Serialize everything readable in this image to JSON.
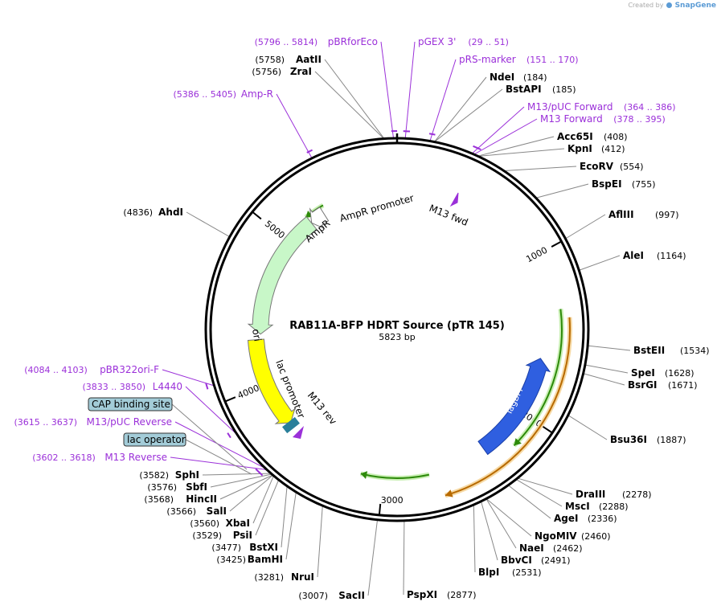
{
  "branding": {
    "created_by": "Created by",
    "product": "SnapGene"
  },
  "plasmid": {
    "name": "RAB11A-BFP HDRT Source (pTR 145)",
    "length": "5823 bp",
    "total_bp": 5823
  },
  "colors": {
    "primer": "#9b30d9",
    "enzyme": "#000000",
    "ampr": "#c8f7c8",
    "ori": "#ffff00",
    "tagbfp": "#2f5fe0",
    "lac_feature": "#a3ccd8",
    "green_arc": "#2d8a0a",
    "orange_arc": "#b86a00"
  },
  "ticks": [
    {
      "pos": 1000,
      "label": "1000"
    },
    {
      "pos": 2000,
      "label": "2000"
    },
    {
      "pos": 3000,
      "label": "3000"
    },
    {
      "pos": 4000,
      "label": "4000"
    },
    {
      "pos": 5000,
      "label": "5000"
    }
  ],
  "enzymes": [
    {
      "name": "AatII",
      "pos": 5758,
      "coord": "(5758)"
    },
    {
      "name": "ZraI",
      "pos": 5756,
      "coord": "(5756)"
    },
    {
      "name": "NdeI",
      "pos": 184,
      "coord": "(184)"
    },
    {
      "name": "BstAPI",
      "pos": 185,
      "coord": "(185)"
    },
    {
      "name": "Acc65I",
      "pos": 408,
      "coord": "(408)"
    },
    {
      "name": "KpnI",
      "pos": 412,
      "coord": "(412)"
    },
    {
      "name": "EcoRV",
      "pos": 554,
      "coord": "(554)"
    },
    {
      "name": "BspEI",
      "pos": 755,
      "coord": "(755)"
    },
    {
      "name": "AflIII",
      "pos": 997,
      "coord": "(997)"
    },
    {
      "name": "AleI",
      "pos": 1164,
      "coord": "(1164)"
    },
    {
      "name": "BstEII",
      "pos": 1534,
      "coord": "(1534)"
    },
    {
      "name": "SpeI",
      "pos": 1628,
      "coord": "(1628)"
    },
    {
      "name": "BsrGI",
      "pos": 1671,
      "coord": "(1671)"
    },
    {
      "name": "Bsu36I",
      "pos": 1887,
      "coord": "(1887)"
    },
    {
      "name": "DraIII",
      "pos": 2278,
      "coord": "(2278)"
    },
    {
      "name": "MscI",
      "pos": 2288,
      "coord": "(2288)"
    },
    {
      "name": "AgeI",
      "pos": 2336,
      "coord": "(2336)"
    },
    {
      "name": "NgoMIV",
      "pos": 2460,
      "coord": "(2460)"
    },
    {
      "name": "NaeI",
      "pos": 2462,
      "coord": "(2462)"
    },
    {
      "name": "BbvCI",
      "pos": 2491,
      "coord": "(2491)"
    },
    {
      "name": "BlpI",
      "pos": 2531,
      "coord": "(2531)"
    },
    {
      "name": "PspXI",
      "pos": 2877,
      "coord": "(2877)"
    },
    {
      "name": "SacII",
      "pos": 3007,
      "coord": "(3007)"
    },
    {
      "name": "NruI",
      "pos": 3281,
      "coord": "(3281)"
    },
    {
      "name": "BamHI",
      "pos": 3425,
      "coord": "(3425)"
    },
    {
      "name": "BstXI",
      "pos": 3477,
      "coord": "(3477)"
    },
    {
      "name": "PsiI",
      "pos": 3529,
      "coord": "(3529)"
    },
    {
      "name": "XbaI",
      "pos": 3560,
      "coord": "(3560)"
    },
    {
      "name": "SalI",
      "pos": 3566,
      "coord": "(3566)"
    },
    {
      "name": "HincII",
      "pos": 3568,
      "coord": "(3568)"
    },
    {
      "name": "SbfI",
      "pos": 3576,
      "coord": "(3576)"
    },
    {
      "name": "SphI",
      "pos": 3582,
      "coord": "(3582)"
    },
    {
      "name": "AhdI",
      "pos": 4836,
      "coord": "(4836)"
    }
  ],
  "primers": [
    {
      "name": "pBRforEco",
      "range": "(5796 .. 5814)",
      "start": 5796,
      "end": 5814
    },
    {
      "name": "pGEX 3'",
      "range": "(29 .. 51)",
      "start": 29,
      "end": 51
    },
    {
      "name": "pRS-marker",
      "range": "(151 .. 170)",
      "start": 151,
      "end": 170
    },
    {
      "name": "M13/pUC Forward",
      "range": "(364 .. 386)",
      "start": 364,
      "end": 386
    },
    {
      "name": "M13 Forward",
      "range": "(378 .. 395)",
      "start": 378,
      "end": 395
    },
    {
      "name": "Amp-R",
      "range": "(5386 .. 5405)",
      "start": 5386,
      "end": 5405
    },
    {
      "name": "pBR322ori-F",
      "range": "(4084 .. 4103)",
      "start": 4084,
      "end": 4103
    },
    {
      "name": "L4440",
      "range": "(3833 .. 3850)",
      "start": 3833,
      "end": 3850
    },
    {
      "name": "M13/pUC Reverse",
      "range": "(3615 .. 3637)",
      "start": 3615,
      "end": 3637
    },
    {
      "name": "M13 Reverse",
      "range": "(3602 .. 3618)",
      "start": 3602,
      "end": 3618
    }
  ],
  "features": [
    {
      "name": "AmpR",
      "kind": "arrow",
      "start": 4336,
      "end": 5196,
      "direction": "reverse",
      "color": "#c8f7c8"
    },
    {
      "name": "AmpR promoter",
      "kind": "arrow",
      "start": 5197,
      "end": 5301,
      "direction": "reverse",
      "color": "#ffffff"
    },
    {
      "name": "ori",
      "kind": "arrow",
      "start": 3700,
      "end": 4300,
      "direction": "reverse",
      "color": "#ffff00"
    },
    {
      "name": "lac promoter",
      "kind": "label",
      "start": 3478,
      "end": 3560
    },
    {
      "name": "M13 rev",
      "kind": "label",
      "start": 3602,
      "end": 3618
    },
    {
      "name": "M13 fwd",
      "kind": "label",
      "start": 378,
      "end": 395
    },
    {
      "name": "TagBFP",
      "kind": "arrow",
      "start": 1640,
      "end": 2330,
      "direction": "reverse",
      "color": "#2f5fe0"
    },
    {
      "name": "CAP binding site",
      "kind": "box",
      "start": 3500,
      "end": 3522
    },
    {
      "name": "lac operator",
      "kind": "box",
      "start": 3583,
      "end": 3600
    }
  ],
  "arcs": [
    {
      "start": 5190,
      "end": 5325,
      "direction": "reverse",
      "color": "#2d8a0a"
    },
    {
      "start": 1340,
      "end": 2180,
      "direction": "forward",
      "color": "#2d8a0a"
    },
    {
      "start": 1390,
      "end": 2650,
      "direction": "forward",
      "color": "#b86a00"
    },
    {
      "start": 2710,
      "end": 3140,
      "direction": "forward",
      "color": "#2d8a0a"
    }
  ]
}
